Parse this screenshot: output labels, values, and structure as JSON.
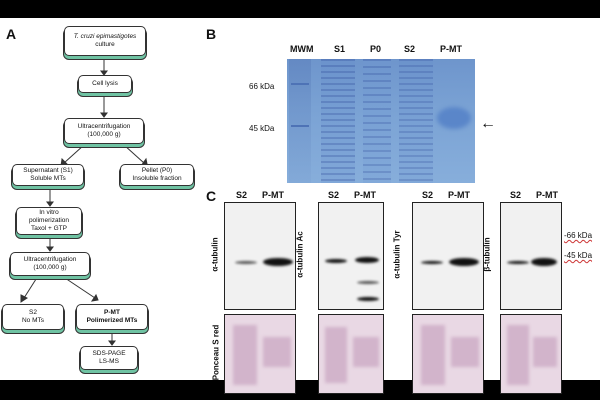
{
  "panels": {
    "a": "A",
    "b": "B",
    "c": "C"
  },
  "flow": {
    "culture": [
      "T. cruzi epimastigotes",
      "culture"
    ],
    "lysis": "Cell lysis",
    "ultra1": [
      "Ultracentrifugation",
      "(100,000 g)"
    ],
    "s1": [
      "Supernatant (S1)",
      "Soluble MTs"
    ],
    "p0": [
      "Pellet (P0)",
      "Insoluble fraction"
    ],
    "poly": [
      "In vitro",
      "polimerization",
      "Taxol + GTP"
    ],
    "ultra2": [
      "Ultracentrifugation",
      "(100,000 g)"
    ],
    "s2": [
      "S2",
      "No MTs"
    ],
    "pmt": [
      "P-MT",
      "Polimerized MTs"
    ],
    "sds": [
      "SDS-PAGE",
      "LS-MS"
    ]
  },
  "gel": {
    "lanes": [
      "MWM",
      "S1",
      "P0",
      "S2",
      "P-MT"
    ],
    "markers": [
      "66 kDa",
      "45 kDa"
    ],
    "arrow": "←"
  },
  "blots": {
    "lanes": [
      "S2",
      "P-MT"
    ],
    "antibodies": [
      "α-tubulin",
      "α-tubulin Ac",
      "α-tubulin Tyr",
      "β-tubulin"
    ],
    "loading": "Ponceau S red",
    "markers": [
      "-66 kDa",
      "-45 kDa"
    ]
  }
}
